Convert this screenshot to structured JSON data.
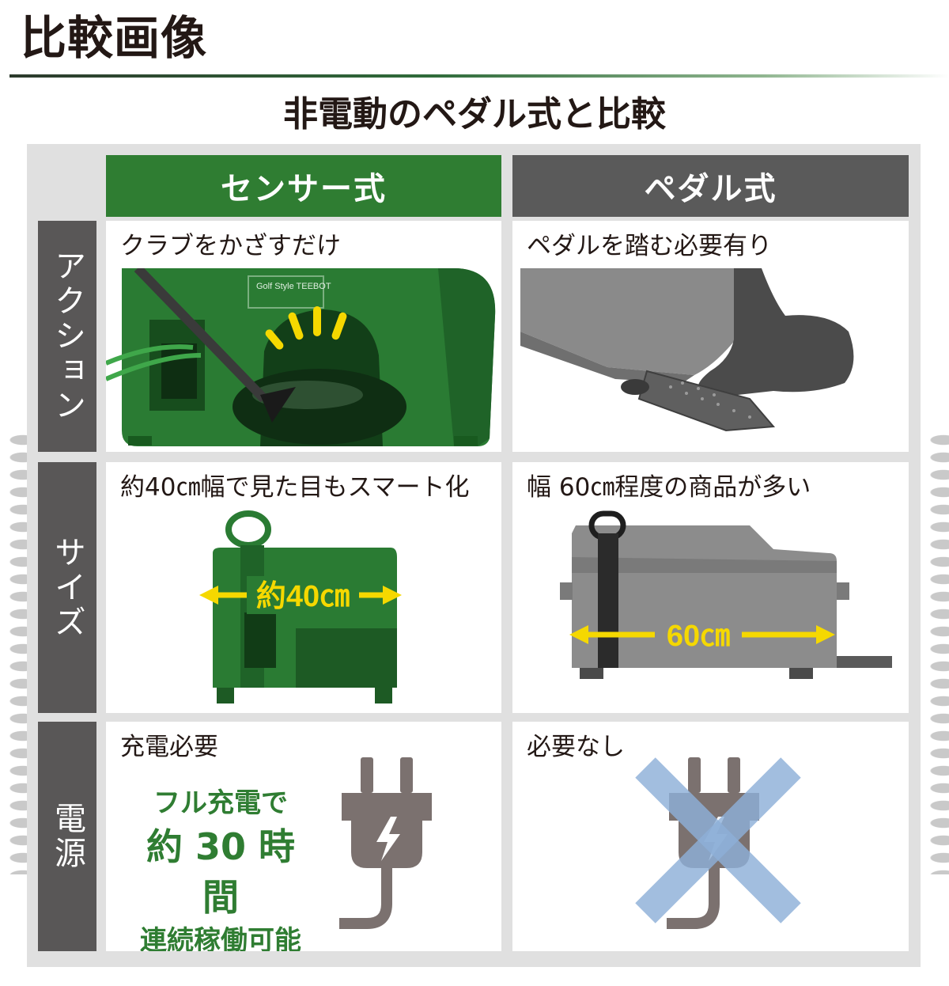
{
  "title": "比較画像",
  "subtitle": "非電動のペダル式と比較",
  "columns": {
    "sensor": "センサー式",
    "pedal": "ペダル式"
  },
  "rows": {
    "action": "アクション",
    "size": "サイズ",
    "power": "電源"
  },
  "cells": {
    "action_sensor": "クラブをかざすだけ",
    "action_pedal": "ペダルを踏む必要有り",
    "size_sensor": "約40㎝幅で見た目もスマート化",
    "size_pedal": "幅 60㎝程度の商品が多い",
    "power_sensor": "充電必要",
    "power_pedal": "必要なし"
  },
  "product_brand": "Golf Style TEEBOT",
  "measurements": {
    "sensor_width": "約40㎝",
    "pedal_width": "60㎝"
  },
  "charge": {
    "line1": "フル充電で",
    "line2": "約 30 時間",
    "line3": "連続稼働可能"
  },
  "colors": {
    "sensor_green": "#2f7d32",
    "pedal_gray": "#5a5a5a",
    "row_header": "#595757",
    "arrow_yellow": "#f5d800",
    "cross_blue": "#8eb0d8",
    "plug_gray": "#7b716f"
  },
  "icons": {
    "plug": "plug-icon",
    "no_power": "cross-icon"
  }
}
